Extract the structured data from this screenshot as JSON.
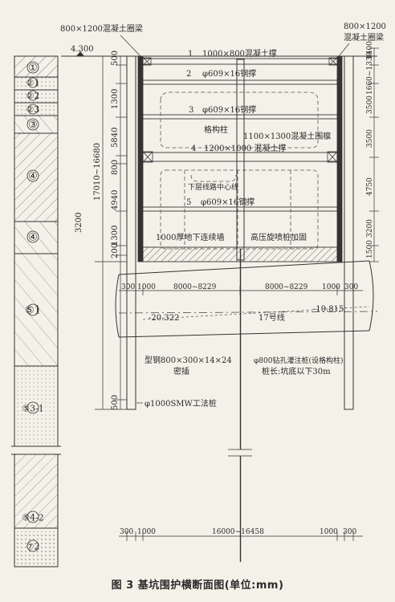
{
  "caption": "图 3    基坑围护横断面图(单位:mm)",
  "top_labels": {
    "ring_beam_left": "800×1200混凝土圈梁",
    "ring_beam_right_1": "800×1200",
    "ring_beam_right_2": "混凝土圈梁",
    "elevation_top": "4.300"
  },
  "strata": [
    "①",
    "②1",
    "②2",
    "②3",
    "③",
    "④",
    "④",
    "⑤1",
    "⑤3-1",
    "⑤4-2",
    "⑦2"
  ],
  "struts": [
    {
      "num": "1",
      "label": "1000×800混凝土撑"
    },
    {
      "num": "2",
      "label": "φ609×16钢撑"
    },
    {
      "num": "3",
      "label": "φ609×16钢撑"
    },
    {
      "num": "4",
      "label": "1200×1000 混凝土撑"
    },
    {
      "num": "5",
      "label": "φ609×16钢撑"
    }
  ],
  "labels": {
    "lattice_column": "格构柱",
    "waler": "1100×1300混凝土围檩",
    "line_center": "下层线路中心线",
    "diaphragm_wall": "1000厚地下连续墙",
    "jet_grout": "高压旋喷桩加固",
    "line17": "17号线",
    "elev_left": "-20.322",
    "elev_right": "-19.815",
    "steel_section_1": "型钢800×300×14×24",
    "steel_section_2": "密插",
    "bored_pile_1": "φ800钻孔灌注桩(设格构柱)",
    "bored_pile_2": "桩长:坑底以下30m",
    "smw": "φ1000SMW工法桩"
  },
  "left_dims": {
    "overall": "3200",
    "inner": "17010~16680",
    "segments": [
      "500",
      "1300",
      "5840",
      "800",
      "4940",
      "1300",
      "200",
      "500"
    ]
  },
  "right_dims": {
    "segments": [
      "1400",
      "1660~1330",
      "3500",
      "3500",
      "4750",
      "3200",
      "1500"
    ]
  },
  "mid_dims": {
    "row1": [
      "300",
      "1000",
      "8000~8229",
      "8000~8229",
      "1000",
      "300"
    ],
    "row2": [
      "300",
      "1000",
      "16000~16458",
      "1000",
      "300"
    ]
  }
}
